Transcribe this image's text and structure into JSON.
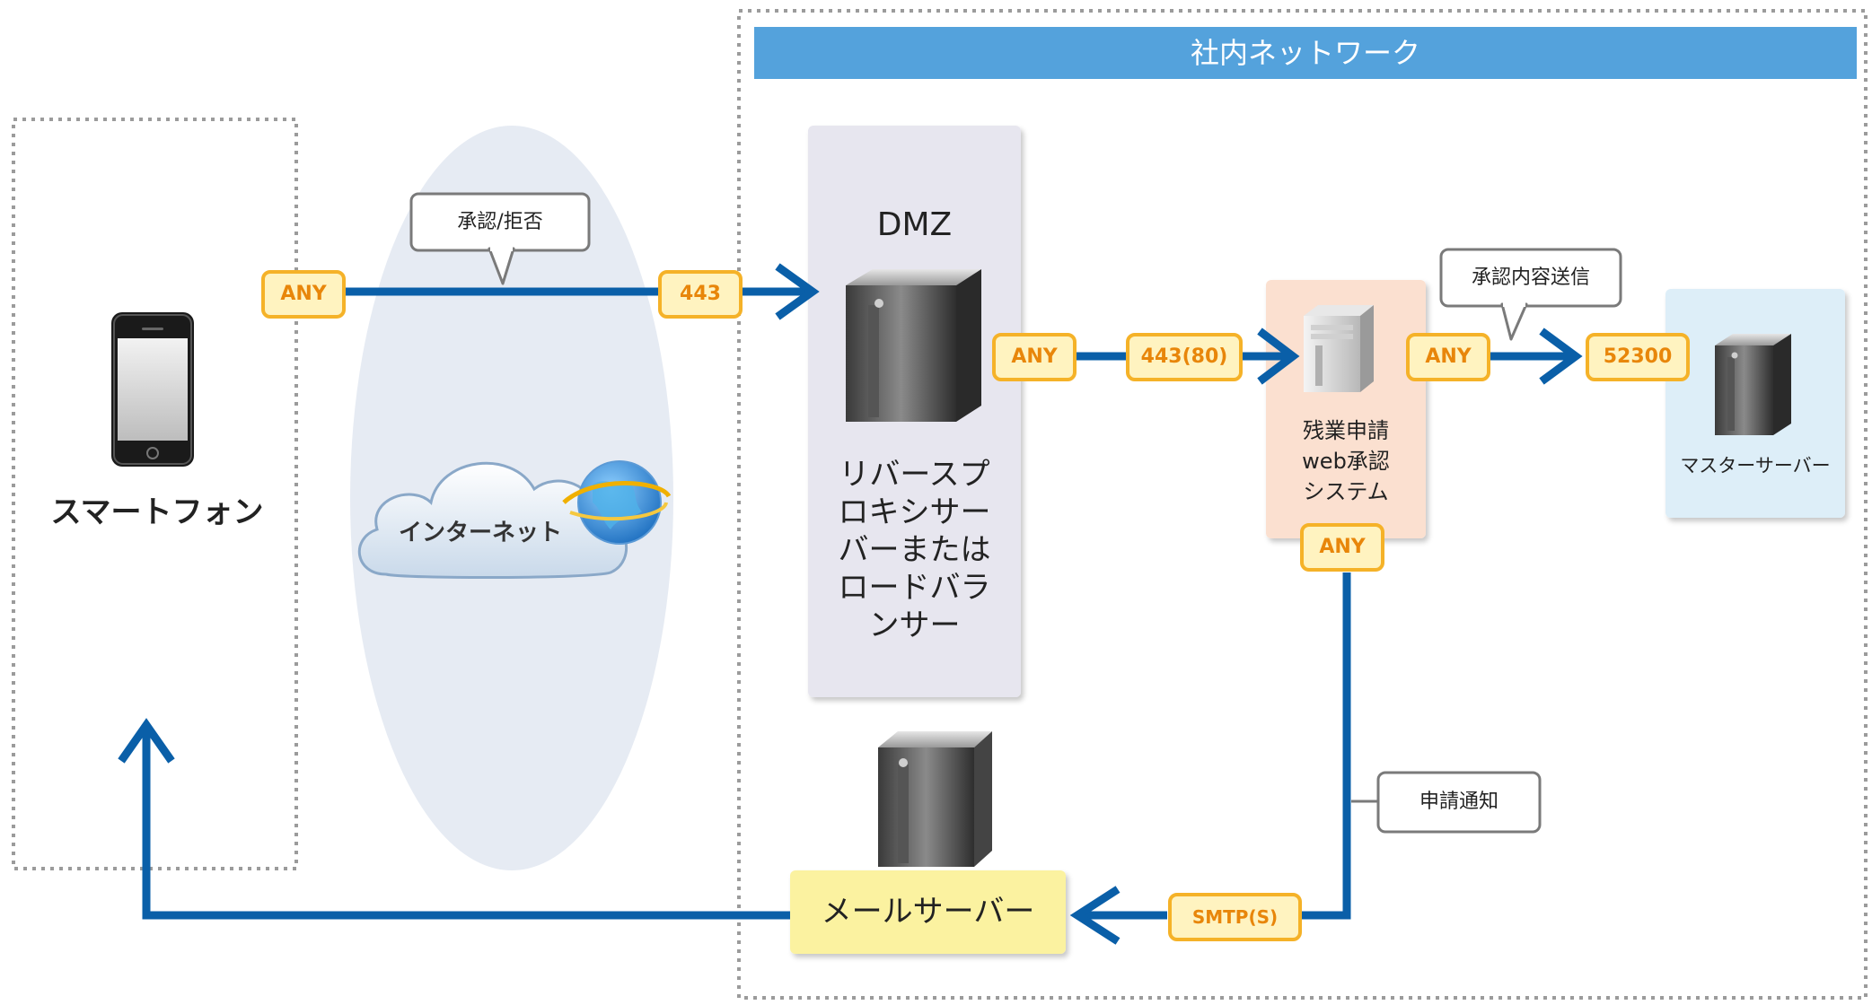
{
  "colors": {
    "arrow": "#0a5fa8",
    "port_fill": "#fff3c0",
    "port_border": "#f5b228",
    "port_text": "#e8860a",
    "header_bar": "#54a2dc",
    "dmz_box": "#e7e6ef",
    "app_box": "#fbe0d0",
    "master_box": "#ddeef8",
    "mail_box": "#fbf2a0",
    "internet_ellipse": "#e6ebf3",
    "dotted": "#9b9b9b"
  },
  "network": {
    "title": "社内ネットワーク"
  },
  "smartphone": {
    "label": "スマートフォン",
    "icon": "smartphone-icon"
  },
  "internet": {
    "label": "インターネット",
    "icon": "cloud-globe-icon"
  },
  "dmz": {
    "title": "DMZ",
    "label_lines": [
      "リバースプ",
      "ロキシサー",
      "バーまたは",
      "ロードバラ",
      "ンサー"
    ],
    "icon": "server-icon"
  },
  "app": {
    "label_lines": [
      "残業申請",
      "web承認",
      "システム"
    ],
    "icon": "server-icon"
  },
  "master": {
    "label": "マスターサーバー",
    "icon": "server-icon"
  },
  "mail": {
    "label": "メールサーバー",
    "icon": "server-icon"
  },
  "ports": {
    "phone_out": "ANY",
    "dmz_in": "443",
    "dmz_out": "ANY",
    "app_in": "443(80)",
    "app_out": "ANY",
    "master_in": "52300",
    "app_notify_out": "ANY",
    "mail_in": "SMTP(S)"
  },
  "callouts": {
    "approve": "承認/拒否",
    "send": "承認内容送信",
    "notify": "申請通知"
  }
}
